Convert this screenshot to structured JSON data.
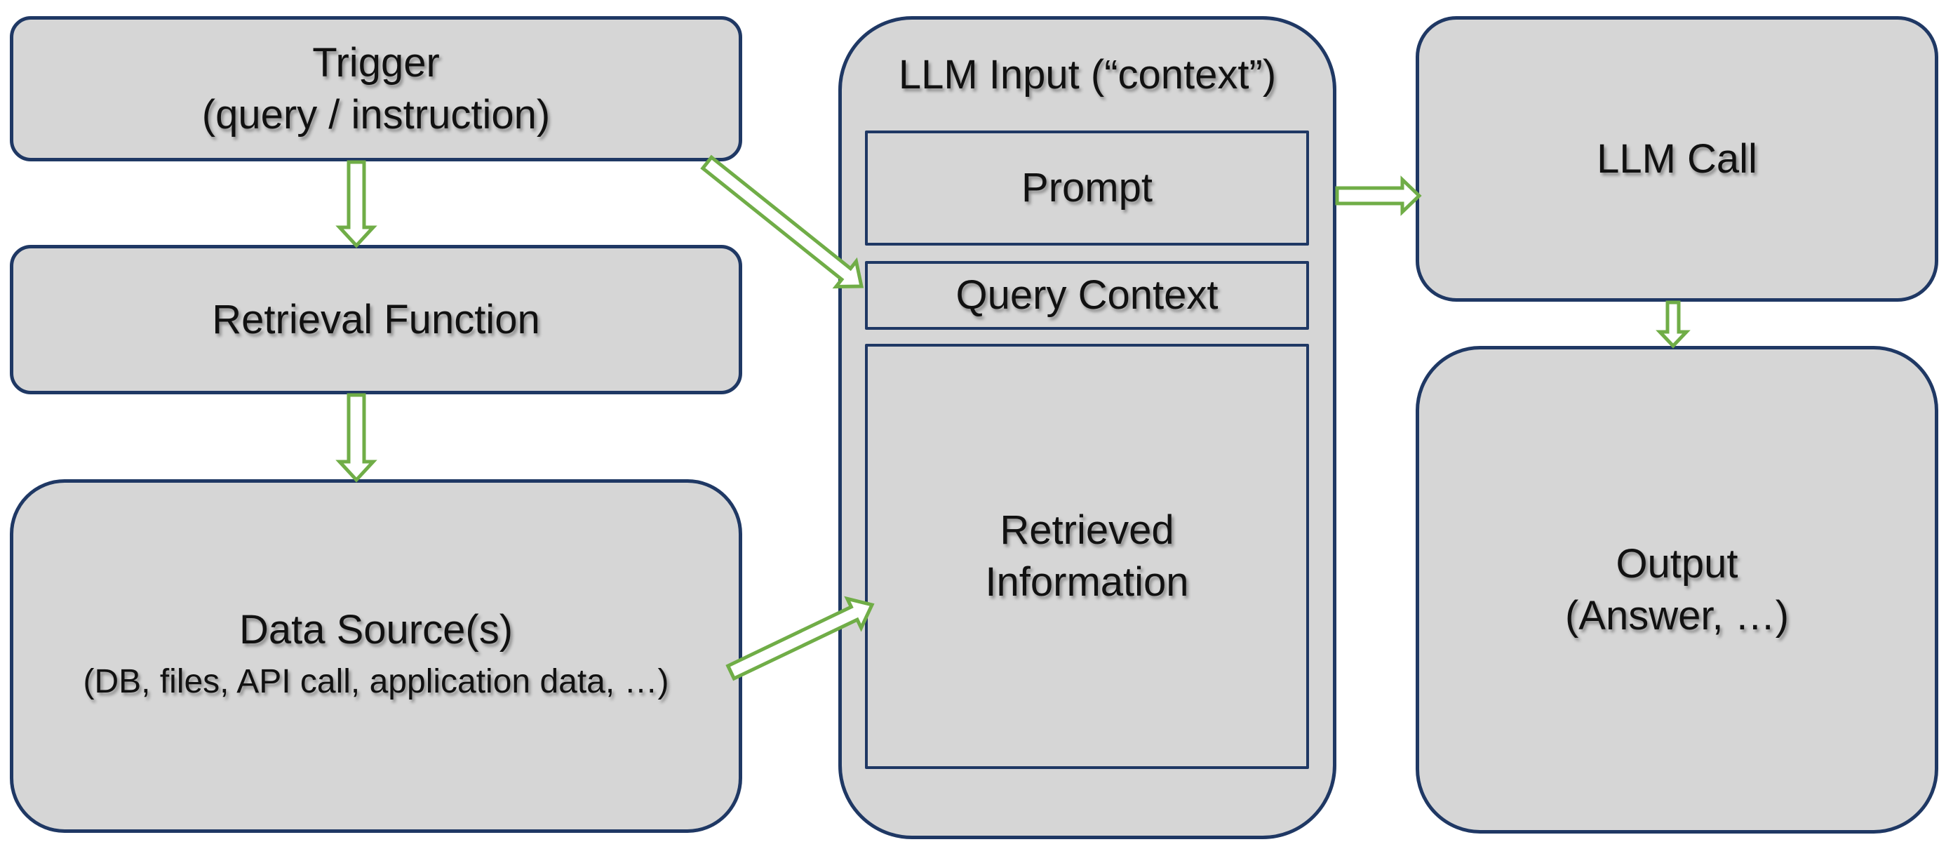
{
  "colors": {
    "background": "#ffffff",
    "box_fill": "#d6d6d6",
    "box_border": "#1f3864",
    "arrow_green": "#70ad47",
    "text": "#111111"
  },
  "nodes": {
    "trigger": {
      "lines": [
        "Trigger",
        "(query / instruction)"
      ]
    },
    "retrieval_function": {
      "label": "Retrieval Function"
    },
    "data_sources": {
      "lines": [
        "Data Source(s)",
        "(DB, files, API call, application data, …)"
      ]
    },
    "llm_input": {
      "title": "LLM Input (“context”)",
      "prompt_label": "Prompt",
      "query_context_label": "Query Context",
      "retrieved_information_lines": [
        "Retrieved",
        "Information"
      ]
    },
    "llm_call": {
      "label": "LLM Call"
    },
    "output": {
      "lines": [
        "Output",
        "(Answer, …)"
      ]
    }
  },
  "connections": [
    {
      "from": "trigger",
      "to": "retrieval-function"
    },
    {
      "from": "retrieval-function",
      "to": "data-sources"
    },
    {
      "from": "trigger",
      "to": "llm-input"
    },
    {
      "from": "data-sources",
      "to": "retrieved-information"
    },
    {
      "from": "llm-input",
      "to": "llm-call"
    },
    {
      "from": "llm-call",
      "to": "output"
    }
  ]
}
